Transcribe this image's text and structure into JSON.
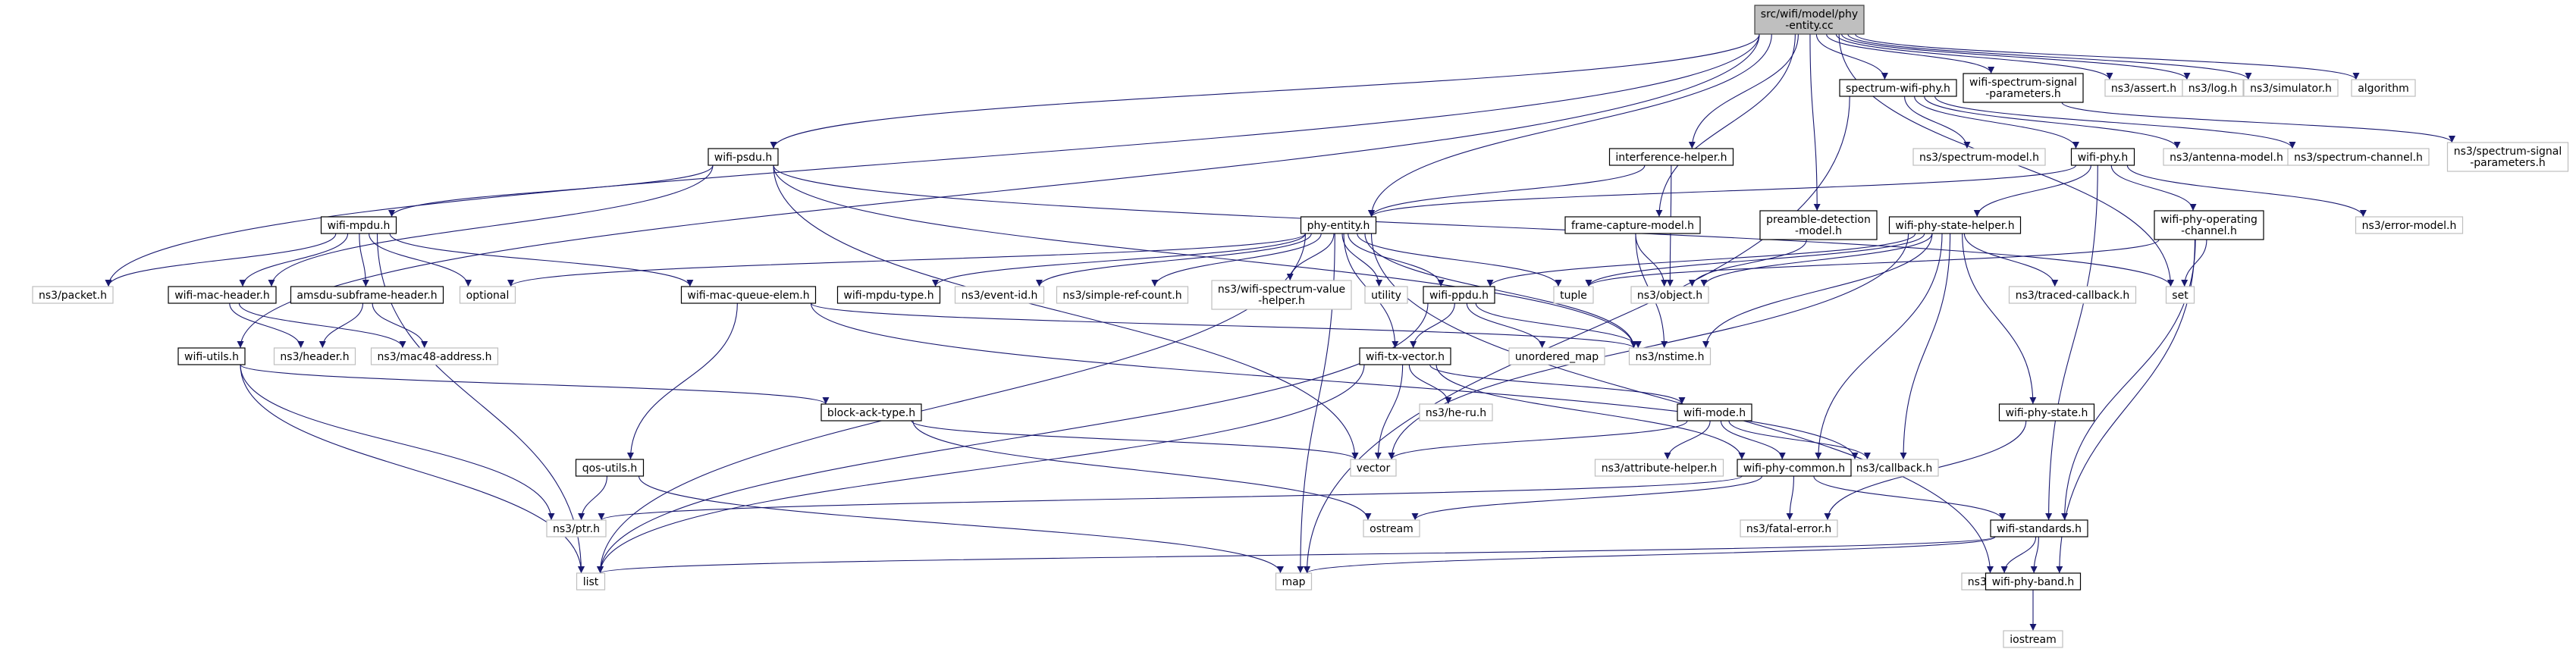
{
  "colors": {
    "edge": "#191970",
    "root_fill": "#bfbfbf",
    "root_stroke": "#404040",
    "documented_stroke": "#000000",
    "external_stroke": "#bfbfbf",
    "text": "#000000"
  },
  "nodes": [
    {
      "id": "root",
      "lines": [
        "src/wifi/model/phy",
        "-entity.cc"
      ],
      "kind": "root"
    },
    {
      "id": "spectrum-wifi-phy",
      "lines": [
        "spectrum-wifi-phy.h"
      ],
      "kind": "documented"
    },
    {
      "id": "wifi-spectrum-signal-parameters",
      "lines": [
        "wifi-spectrum-signal",
        "-parameters.h"
      ],
      "kind": "documented"
    },
    {
      "id": "ns3-assert",
      "lines": [
        "ns3/assert.h"
      ],
      "kind": "external"
    },
    {
      "id": "ns3-log",
      "lines": [
        "ns3/log.h"
      ],
      "kind": "external"
    },
    {
      "id": "ns3-simulator",
      "lines": [
        "ns3/simulator.h"
      ],
      "kind": "external"
    },
    {
      "id": "algorithm",
      "lines": [
        "algorithm"
      ],
      "kind": "external"
    },
    {
      "id": "wifi-psdu",
      "lines": [
        "wifi-psdu.h"
      ],
      "kind": "documented"
    },
    {
      "id": "interference-helper",
      "lines": [
        "interference-helper.h"
      ],
      "kind": "documented"
    },
    {
      "id": "ns3-spectrum-model",
      "lines": [
        "ns3/spectrum-model.h"
      ],
      "kind": "external"
    },
    {
      "id": "wifi-phy",
      "lines": [
        "wifi-phy.h"
      ],
      "kind": "documented"
    },
    {
      "id": "ns3-antenna-model",
      "lines": [
        "ns3/antenna-model.h"
      ],
      "kind": "external"
    },
    {
      "id": "ns3-spectrum-channel",
      "lines": [
        "ns3/spectrum-channel.h"
      ],
      "kind": "external"
    },
    {
      "id": "ns3-spectrum-signal-parameters",
      "lines": [
        "ns3/spectrum-signal",
        "-parameters.h"
      ],
      "kind": "external"
    },
    {
      "id": "wifi-mpdu",
      "lines": [
        "wifi-mpdu.h"
      ],
      "kind": "documented"
    },
    {
      "id": "phy-entity",
      "lines": [
        "phy-entity.h"
      ],
      "kind": "documented"
    },
    {
      "id": "frame-capture-model",
      "lines": [
        "frame-capture-model.h"
      ],
      "kind": "documented"
    },
    {
      "id": "preamble-detection-model",
      "lines": [
        "preamble-detection",
        "-model.h"
      ],
      "kind": "documented"
    },
    {
      "id": "wifi-phy-state-helper",
      "lines": [
        "wifi-phy-state-helper.h"
      ],
      "kind": "documented"
    },
    {
      "id": "wifi-phy-operating-channel",
      "lines": [
        "wifi-phy-operating",
        "-channel.h"
      ],
      "kind": "documented"
    },
    {
      "id": "ns3-error-model",
      "lines": [
        "ns3/error-model.h"
      ],
      "kind": "external"
    },
    {
      "id": "ns3-packet",
      "lines": [
        "ns3/packet.h"
      ],
      "kind": "external"
    },
    {
      "id": "wifi-mac-header",
      "lines": [
        "wifi-mac-header.h"
      ],
      "kind": "documented"
    },
    {
      "id": "amsdu-subframe-header",
      "lines": [
        "amsdu-subframe-header.h"
      ],
      "kind": "documented"
    },
    {
      "id": "optional",
      "lines": [
        "optional"
      ],
      "kind": "external"
    },
    {
      "id": "wifi-mac-queue-elem",
      "lines": [
        "wifi-mac-queue-elem.h"
      ],
      "kind": "documented"
    },
    {
      "id": "wifi-mpdu-type",
      "lines": [
        "wifi-mpdu-type.h"
      ],
      "kind": "documented"
    },
    {
      "id": "ns3-event-id",
      "lines": [
        "ns3/event-id.h"
      ],
      "kind": "external"
    },
    {
      "id": "ns3-simple-ref-count",
      "lines": [
        "ns3/simple-ref-count.h"
      ],
      "kind": "external"
    },
    {
      "id": "ns3-wifi-spectrum-value-helper",
      "lines": [
        "ns3/wifi-spectrum-value",
        "-helper.h"
      ],
      "kind": "external"
    },
    {
      "id": "utility",
      "lines": [
        "utility"
      ],
      "kind": "external"
    },
    {
      "id": "wifi-ppdu",
      "lines": [
        "wifi-ppdu.h"
      ],
      "kind": "documented"
    },
    {
      "id": "tuple",
      "lines": [
        "tuple"
      ],
      "kind": "external"
    },
    {
      "id": "ns3-object",
      "lines": [
        "ns3/object.h"
      ],
      "kind": "external"
    },
    {
      "id": "ns3-traced-callback",
      "lines": [
        "ns3/traced-callback.h"
      ],
      "kind": "external"
    },
    {
      "id": "set",
      "lines": [
        "set"
      ],
      "kind": "external"
    },
    {
      "id": "ns3-header",
      "lines": [
        "ns3/header.h"
      ],
      "kind": "external"
    },
    {
      "id": "ns3-mac48-address",
      "lines": [
        "ns3/mac48-address.h"
      ],
      "kind": "external"
    },
    {
      "id": "unordered-map",
      "lines": [
        "unordered_map"
      ],
      "kind": "external"
    },
    {
      "id": "ns3-nstime",
      "lines": [
        "ns3/nstime.h"
      ],
      "kind": "external"
    },
    {
      "id": "wifi-utils",
      "lines": [
        "wifi-utils.h"
      ],
      "kind": "documented"
    },
    {
      "id": "wifi-tx-vector",
      "lines": [
        "wifi-tx-vector.h"
      ],
      "kind": "documented"
    },
    {
      "id": "ns3-he-ru",
      "lines": [
        "ns3/he-ru.h"
      ],
      "kind": "external"
    },
    {
      "id": "block-ack-type",
      "lines": [
        "block-ack-type.h"
      ],
      "kind": "documented"
    },
    {
      "id": "wifi-mode",
      "lines": [
        "wifi-mode.h"
      ],
      "kind": "documented"
    },
    {
      "id": "wifi-phy-state",
      "lines": [
        "wifi-phy-state.h"
      ],
      "kind": "documented"
    },
    {
      "id": "qos-utils",
      "lines": [
        "qos-utils.h"
      ],
      "kind": "documented"
    },
    {
      "id": "vector",
      "lines": [
        "vector"
      ],
      "kind": "external"
    },
    {
      "id": "ns3-attribute-helper",
      "lines": [
        "ns3/attribute-helper.h"
      ],
      "kind": "external"
    },
    {
      "id": "ns3-callback",
      "lines": [
        "ns3/callback.h"
      ],
      "kind": "external"
    },
    {
      "id": "wifi-phy-common",
      "lines": [
        "wifi-phy-common.h"
      ],
      "kind": "documented"
    },
    {
      "id": "ns3-ptr",
      "lines": [
        "ns3/ptr.h"
      ],
      "kind": "external"
    },
    {
      "id": "ostream",
      "lines": [
        "ostream"
      ],
      "kind": "external"
    },
    {
      "id": "ns3-fatal-error",
      "lines": [
        "ns3/fatal-error.h"
      ],
      "kind": "external"
    },
    {
      "id": "wifi-standards",
      "lines": [
        "wifi-standards.h"
      ],
      "kind": "documented"
    },
    {
      "id": "list",
      "lines": [
        "list"
      ],
      "kind": "external"
    },
    {
      "id": "map",
      "lines": [
        "map"
      ],
      "kind": "external"
    },
    {
      "id": "ns3-abort",
      "lines": [
        "ns3/abort.h"
      ],
      "kind": "external"
    },
    {
      "id": "wifi-phy-band",
      "lines": [
        "wifi-phy-band.h"
      ],
      "kind": "documented"
    },
    {
      "id": "iostream",
      "lines": [
        "iostream"
      ],
      "kind": "external"
    }
  ],
  "edges": [
    [
      "root",
      "spectrum-wifi-phy"
    ],
    [
      "root",
      "wifi-spectrum-signal-parameters"
    ],
    [
      "root",
      "ns3-assert"
    ],
    [
      "root",
      "ns3-log"
    ],
    [
      "root",
      "ns3-simulator"
    ],
    [
      "root",
      "algorithm"
    ],
    [
      "root",
      "wifi-psdu"
    ],
    [
      "root",
      "interference-helper"
    ],
    [
      "root",
      "frame-capture-model"
    ],
    [
      "root",
      "preamble-detection-model"
    ],
    [
      "root",
      "phy-entity"
    ],
    [
      "root",
      "wifi-utils"
    ],
    [
      "root",
      "ns3-packet"
    ],
    [
      "root",
      "set"
    ],
    [
      "spectrum-wifi-phy",
      "ns3-spectrum-model"
    ],
    [
      "spectrum-wifi-phy",
      "wifi-phy"
    ],
    [
      "spectrum-wifi-phy",
      "ns3-antenna-model"
    ],
    [
      "spectrum-wifi-phy",
      "ns3-spectrum-channel"
    ],
    [
      "spectrum-wifi-phy",
      "map"
    ],
    [
      "wifi-spectrum-signal-parameters",
      "ns3-spectrum-signal-parameters"
    ],
    [
      "wifi-psdu",
      "wifi-mpdu"
    ],
    [
      "wifi-psdu",
      "wifi-mac-header"
    ],
    [
      "wifi-psdu",
      "ns3-nstime"
    ],
    [
      "wifi-psdu",
      "set"
    ],
    [
      "wifi-psdu",
      "vector"
    ],
    [
      "interference-helper",
      "phy-entity"
    ],
    [
      "interference-helper",
      "ns3-object"
    ],
    [
      "wifi-phy",
      "phy-entity"
    ],
    [
      "wifi-phy",
      "wifi-phy-state-helper"
    ],
    [
      "wifi-phy",
      "wifi-phy-operating-channel"
    ],
    [
      "wifi-phy",
      "ns3-error-model"
    ],
    [
      "wifi-phy",
      "wifi-standards"
    ],
    [
      "wifi-mpdu",
      "ns3-packet"
    ],
    [
      "wifi-mpdu",
      "wifi-mac-header"
    ],
    [
      "wifi-mpdu",
      "amsdu-subframe-header"
    ],
    [
      "wifi-mpdu",
      "optional"
    ],
    [
      "wifi-mpdu",
      "wifi-mac-queue-elem"
    ],
    [
      "wifi-mpdu",
      "list"
    ],
    [
      "phy-entity",
      "wifi-mpdu-type"
    ],
    [
      "phy-entity",
      "ns3-event-id"
    ],
    [
      "phy-entity",
      "ns3-simple-ref-count"
    ],
    [
      "phy-entity",
      "ns3-wifi-spectrum-value-helper"
    ],
    [
      "phy-entity",
      "utility"
    ],
    [
      "phy-entity",
      "wifi-ppdu"
    ],
    [
      "phy-entity",
      "tuple"
    ],
    [
      "phy-entity",
      "ns3-nstime"
    ],
    [
      "phy-entity",
      "optional"
    ],
    [
      "phy-entity",
      "wifi-tx-vector"
    ],
    [
      "phy-entity",
      "map"
    ],
    [
      "phy-entity",
      "list"
    ],
    [
      "phy-entity",
      "wifi-phy-band"
    ],
    [
      "frame-capture-model",
      "ns3-object"
    ],
    [
      "frame-capture-model",
      "ns3-nstime"
    ],
    [
      "preamble-detection-model",
      "ns3-object"
    ],
    [
      "wifi-phy-state-helper",
      "tuple"
    ],
    [
      "wifi-phy-state-helper",
      "ns3-object"
    ],
    [
      "wifi-phy-state-helper",
      "ns3-traced-callback"
    ],
    [
      "wifi-phy-state-helper",
      "ns3-nstime"
    ],
    [
      "wifi-phy-state-helper",
      "wifi-ppdu"
    ],
    [
      "wifi-phy-state-helper",
      "wifi-phy-state"
    ],
    [
      "wifi-phy-state-helper",
      "ns3-callback"
    ],
    [
      "wifi-phy-state-helper",
      "vector"
    ],
    [
      "wifi-phy-state-helper",
      "wifi-phy-common"
    ],
    [
      "wifi-phy-operating-channel",
      "set"
    ],
    [
      "wifi-phy-operating-channel",
      "tuple"
    ],
    [
      "wifi-phy-operating-channel",
      "wifi-phy-band"
    ],
    [
      "wifi-phy-operating-channel",
      "wifi-standards"
    ],
    [
      "wifi-mac-header",
      "ns3-header"
    ],
    [
      "wifi-mac-header",
      "ns3-mac48-address"
    ],
    [
      "amsdu-subframe-header",
      "ns3-header"
    ],
    [
      "amsdu-subframe-header",
      "ns3-mac48-address"
    ],
    [
      "wifi-mac-queue-elem",
      "ns3-nstime"
    ],
    [
      "wifi-mac-queue-elem",
      "qos-utils"
    ],
    [
      "wifi-mac-queue-elem",
      "ns3-callback"
    ],
    [
      "wifi-ppdu",
      "wifi-tx-vector"
    ],
    [
      "wifi-ppdu",
      "unordered-map"
    ],
    [
      "wifi-ppdu",
      "ns3-nstime"
    ],
    [
      "wifi-ppdu",
      "list"
    ],
    [
      "wifi-utils",
      "block-ack-type"
    ],
    [
      "wifi-utils",
      "ns3-ptr"
    ],
    [
      "wifi-utils",
      "list"
    ],
    [
      "wifi-tx-vector",
      "wifi-mode"
    ],
    [
      "wifi-tx-vector",
      "ns3-he-ru"
    ],
    [
      "wifi-tx-vector",
      "vector"
    ],
    [
      "wifi-tx-vector",
      "list"
    ],
    [
      "wifi-tx-vector",
      "wifi-phy-common"
    ],
    [
      "block-ack-type",
      "vector"
    ],
    [
      "block-ack-type",
      "ostream"
    ],
    [
      "wifi-mode",
      "vector"
    ],
    [
      "wifi-mode",
      "ns3-attribute-helper"
    ],
    [
      "wifi-mode",
      "ns3-callback"
    ],
    [
      "wifi-mode",
      "wifi-phy-common"
    ],
    [
      "wifi-phy-state",
      "ns3-fatal-error"
    ],
    [
      "qos-utils",
      "ns3-ptr"
    ],
    [
      "qos-utils",
      "map"
    ],
    [
      "wifi-phy-common",
      "ns3-ptr"
    ],
    [
      "wifi-phy-common",
      "ostream"
    ],
    [
      "wifi-phy-common",
      "ns3-fatal-error"
    ],
    [
      "wifi-phy-common",
      "wifi-standards"
    ],
    [
      "wifi-standards",
      "map"
    ],
    [
      "wifi-standards",
      "list"
    ],
    [
      "wifi-standards",
      "ns3-abort"
    ],
    [
      "wifi-standards",
      "wifi-phy-band"
    ],
    [
      "wifi-phy-band",
      "iostream"
    ]
  ]
}
